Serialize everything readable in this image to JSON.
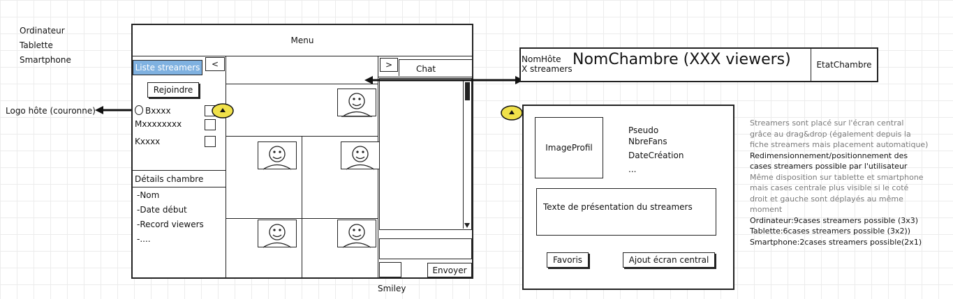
{
  "devices": [
    "Ordinateur",
    "Tablette",
    "Smartphone"
  ],
  "logo_label": "Logo hôte (couronne)",
  "menu_label": "Menu",
  "left_panel": {
    "tab_label": "Liste streamers",
    "collapse_label": "<",
    "join_button": "Rejoindre",
    "streamers": [
      "Bxxxx",
      "Mxxxxxxxx",
      "Kxxxx"
    ],
    "details_title": "Détails chambre",
    "details_items": [
      "-Nom",
      "-Date début",
      "-Record viewers",
      "-...."
    ]
  },
  "chat": {
    "expand_label": ">",
    "title": "Chat",
    "send_button": "Envoyer",
    "smiley_label": "Smiley"
  },
  "room_header": {
    "host": "NomHôte",
    "streamers": "X streamers",
    "title": "NomChambre (XXX viewers)",
    "state": "EtatChambre"
  },
  "profile_card": {
    "image_label": "ImageProfil",
    "fields": [
      "Pseudo",
      "NbreFans",
      "DateCréation",
      "..."
    ],
    "presentation": "Texte de présentation du streamers",
    "favorites_button": "Favoris",
    "add_button": "Ajout écran central"
  },
  "notes": [
    {
      "text": "Streamers sont placé sur l'écran central",
      "style": "gray"
    },
    {
      "text": "grâce au drag&drop (également depuis la",
      "style": "gray"
    },
    {
      "text": "fiche streamers mais placement automatique)",
      "style": "gray"
    },
    {
      "text": "Redimensionnement/positionnement des",
      "style": "dark"
    },
    {
      "text": "cases streamers possible par l'utilisateur",
      "style": "dark"
    },
    {
      "text": "Même disposition sur tablette et smartphone",
      "style": "gray"
    },
    {
      "text": "mais cases centrale plus visible si le coté",
      "style": "gray"
    },
    {
      "text": "droit et gauche sont déplayés au même",
      "style": "gray"
    },
    {
      "text": "moment",
      "style": "gray"
    },
    {
      "text": "Ordinateur:9cases streamers possible (3x3)",
      "style": "dark"
    },
    {
      "text": "Tablette:6cases streamers possible (3x2))",
      "style": "dark"
    },
    {
      "text": "Smartphone:2cases streamers possible(2x1)",
      "style": "dark"
    }
  ],
  "colors": {
    "tab_blue": "#7fb1e0",
    "crown_yellow": "#f0e14a",
    "note_gray": "#7a7a7a"
  }
}
